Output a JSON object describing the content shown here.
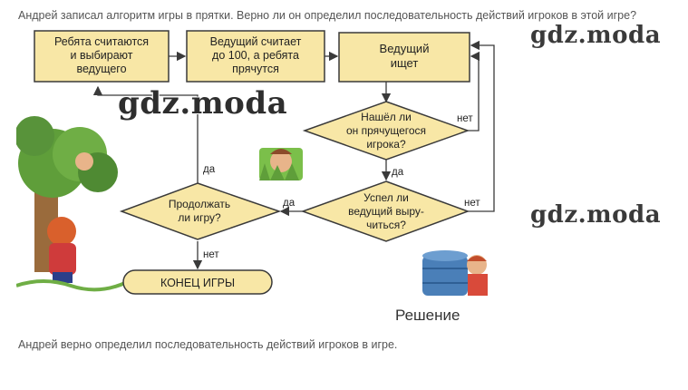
{
  "question": "Андрей записал алгоритм игры в прятки. Верно ли он определил последовательность действий игроков в этой игре?",
  "watermark": "gdz.moda",
  "flowchart": {
    "box1": [
      "Ребята считаются",
      "и выбирают",
      "ведущего"
    ],
    "box2": [
      "Ведущий считает",
      "до 100, а ребята",
      "прячутся"
    ],
    "box3": [
      "Ведущий",
      "ищет"
    ],
    "diamond1": [
      "Нашёл ли",
      "он прячущегося",
      "игрока?"
    ],
    "diamond2": [
      "Успел ли",
      "ведущий выру-",
      "читься?"
    ],
    "diamond3": [
      "Продолжать",
      "ли игру?"
    ],
    "end": "КОНЕЦ ИГРЫ",
    "labels": {
      "d1_no": "нет",
      "d1_yes": "да",
      "d2_no": "нет",
      "d2_yes": "да",
      "d3_yes": "да",
      "d3_no": "нет"
    }
  },
  "colors": {
    "box_fill": "#f8e7a6",
    "stroke": "#3a3a3a",
    "tree": "#5f9e3a",
    "barrel": "#4a7fb8"
  },
  "solution_title": "Решение",
  "answer": "Андрей верно определил последовательность действий игроков в игре."
}
